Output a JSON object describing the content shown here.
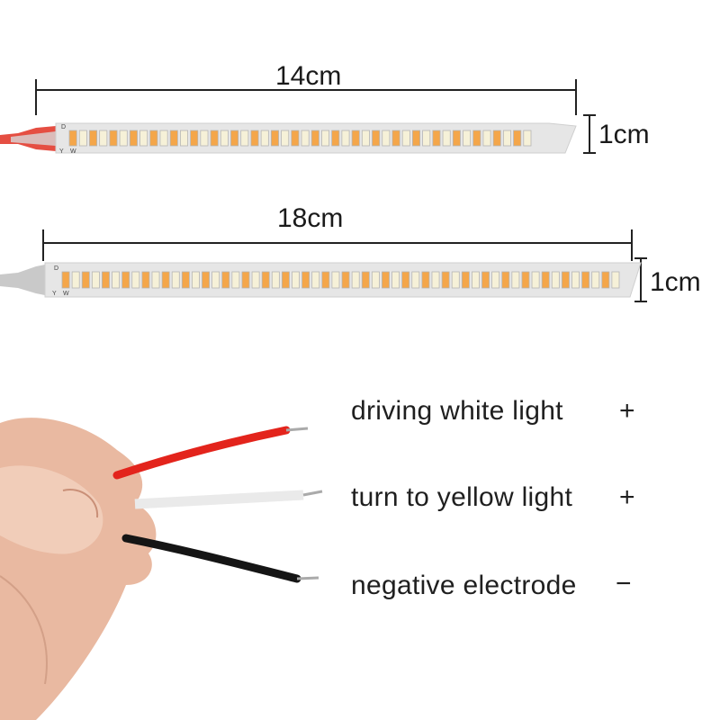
{
  "strips": [
    {
      "length_label": "14cm",
      "width_label": "1cm",
      "led_count": 46,
      "pad_labels": [
        "D",
        "Y",
        "W"
      ]
    },
    {
      "length_label": "18cm",
      "width_label": "1cm",
      "led_count": 56,
      "pad_labels": [
        "D",
        "Y",
        "W"
      ]
    }
  ],
  "wires": [
    {
      "color": "#e3241c",
      "label": "driving white light",
      "sign": "+"
    },
    {
      "color": "#f4f4f4",
      "label": "turn to yellow light",
      "sign": "+"
    },
    {
      "color": "#151515",
      "label": "negative electrode",
      "sign": "−"
    }
  ],
  "colors": {
    "led_warm": "#f4a64a",
    "led_white": "#f6f1d8",
    "pcb": "#e4e4e4"
  }
}
